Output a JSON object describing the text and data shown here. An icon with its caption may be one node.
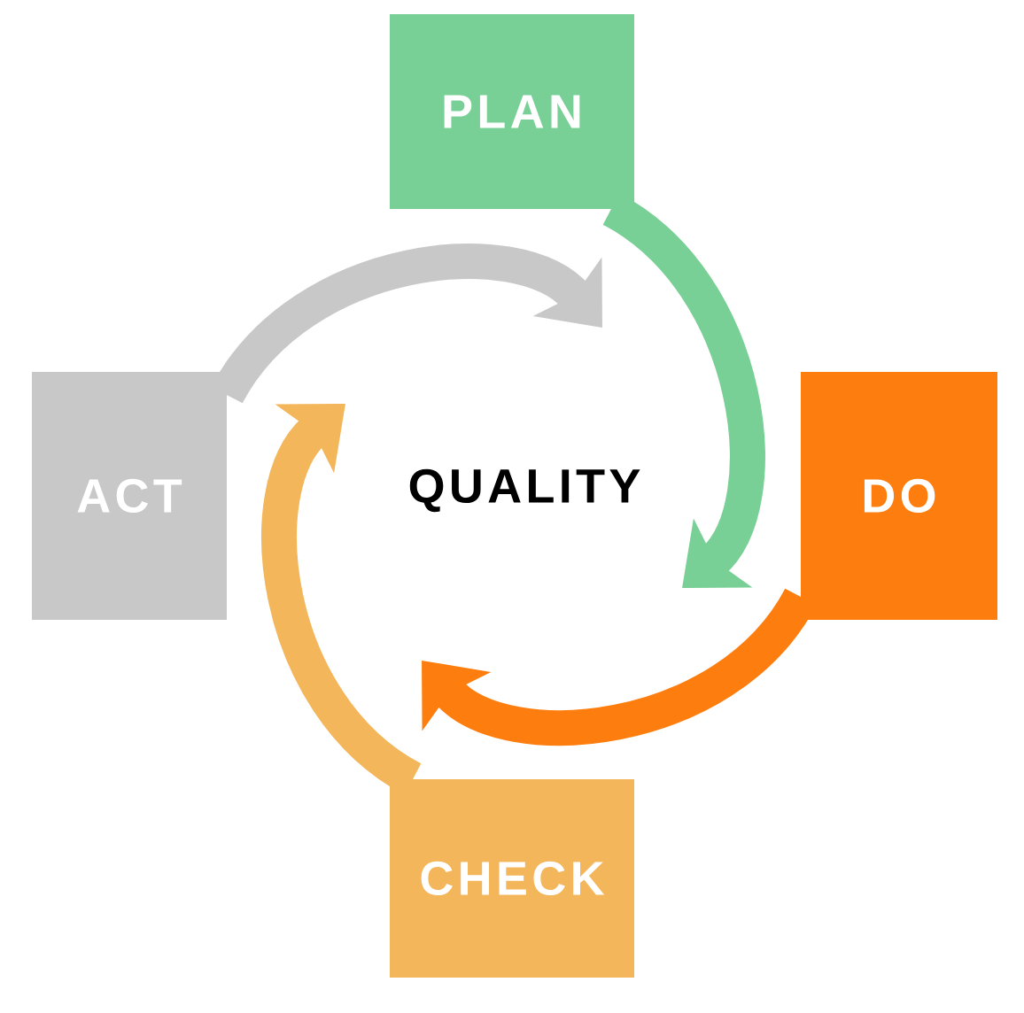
{
  "diagram": {
    "nodes": [
      {
        "text": [
          "PLAN"
        ]
      },
      {
        "text": [
          "DO"
        ]
      },
      {
        "text": [
          "CHECK"
        ]
      },
      {
        "text": [
          "ACT"
        ]
      }
    ],
    "edges": [
      {
        "from": 0,
        "to": 1,
        "arrow": "to",
        "color": "#79d096"
      },
      {
        "from": 1,
        "to": 2,
        "arrow": "to",
        "color": "#fd7e0e"
      },
      {
        "from": 2,
        "to": 3,
        "arrow": "to",
        "color": "#f3b65a"
      },
      {
        "from": 3,
        "to": 0,
        "arrow": "to",
        "color": "#c8c8c8"
      }
    ],
    "labels": [
      "QUALITY"
    ]
  }
}
